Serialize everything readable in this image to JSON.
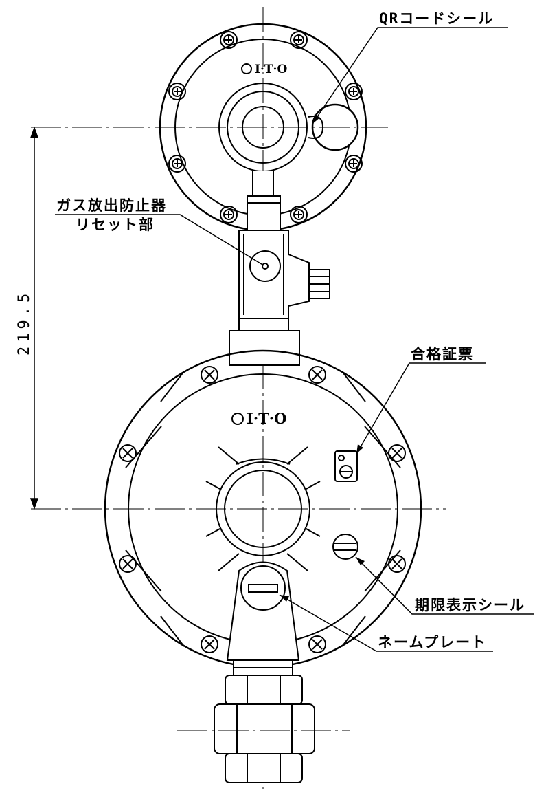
{
  "labels": {
    "qr_code_seal": "QRコードシール",
    "gas_release_preventer": "ガス放出防止器",
    "reset_part": "リセット部",
    "certification_label": "合格証票",
    "expiry_seal": "期限表示シール",
    "name_plate": "ネームプレート"
  },
  "dimension": {
    "value": "219.5"
  },
  "logos": {
    "top": "I·T·O",
    "main": "I·T·O"
  }
}
